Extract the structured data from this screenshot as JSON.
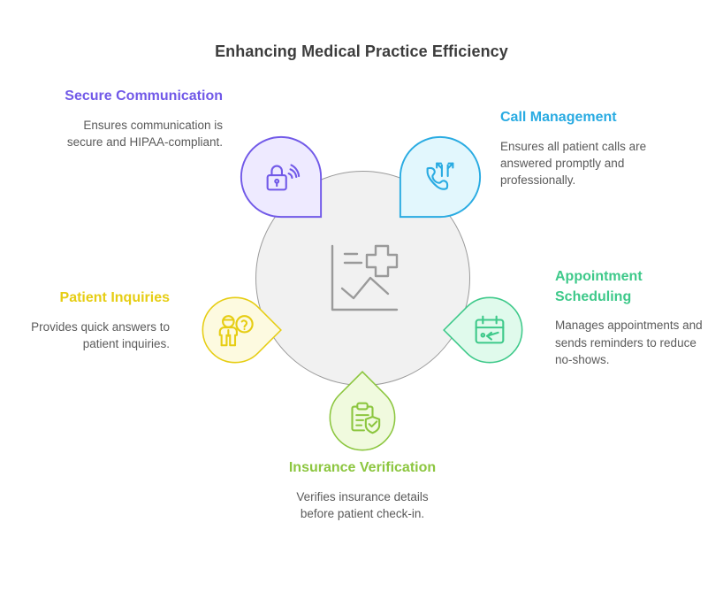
{
  "title": "Enhancing Medical Practice Efficiency",
  "colors": {
    "secure": "#7159e8",
    "call": "#29abe2",
    "appointment": "#3ec98a",
    "insurance": "#8cc63f",
    "inquiries": "#e6cd13",
    "hub_fill": "#f1f1f1",
    "hub_stroke": "#9a9a9a",
    "body_text": "#5a5a5a",
    "title_text": "#3c3c3c"
  },
  "hub": {
    "icon": "medical-chart-icon"
  },
  "nodes": [
    {
      "id": "secure-communication",
      "heading": "Secure Communication",
      "description": "Ensures communication is secure and HIPAA-compliant.",
      "icon": "lock-wireless-icon",
      "color": "#7159e8",
      "fill": "#eeeaff"
    },
    {
      "id": "call-management",
      "heading": "Call Management",
      "description": "Ensures all patient calls are answered promptly and professionally.",
      "icon": "phone-transfer-icon",
      "color": "#29abe2",
      "fill": "#e2f7fd"
    },
    {
      "id": "appointment-scheduling",
      "heading": "Appointment Scheduling",
      "description": "Manages appointments and sends reminders to reduce no-shows.",
      "icon": "calendar-reminder-icon",
      "color": "#3ec98a",
      "fill": "#e0faec"
    },
    {
      "id": "insurance-verification",
      "heading": "Insurance Verification",
      "description": "Verifies insurance details before patient check-in.",
      "icon": "clipboard-shield-check-icon",
      "color": "#8cc63f",
      "fill": "#f0fade"
    },
    {
      "id": "patient-inquiries",
      "heading": "Patient Inquiries",
      "description": "Provides quick answers to patient inquiries.",
      "icon": "person-question-icon",
      "color": "#e6cd13",
      "fill": "#fdfae0"
    }
  ]
}
